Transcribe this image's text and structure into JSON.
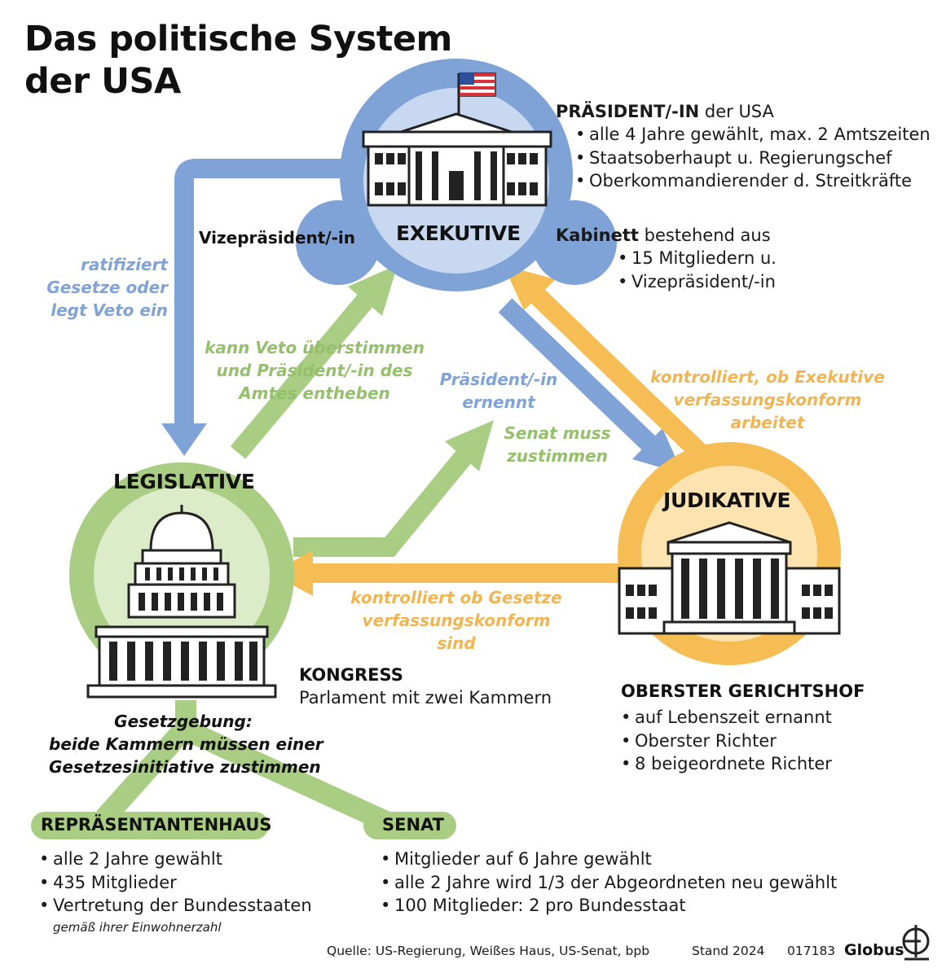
{
  "title": {
    "line1": "Das politische System",
    "line2": "der USA"
  },
  "colors": {
    "blue": "#7fa3d6",
    "light_blue": "#c7d8f0",
    "green": "#a9cd82",
    "light_green": "#dcecc9",
    "orange": "#f7bd55",
    "light_orange": "#fde3b0",
    "dark": "#222222"
  },
  "exekutive": {
    "label": "EXEKUTIVE",
    "vice": "Vizepräsident/-in",
    "president_heading_bold": "PRÄSIDENT/-IN",
    "president_heading_rest": " der USA",
    "president_items": [
      "alle 4 Jahre gewählt, max. 2 Amtszeiten",
      "Staatsoberhaupt u. Regierungschef",
      "Oberkommandierender d. Streitkräfte"
    ],
    "cabinet_heading_bold": "Kabinett",
    "cabinet_heading_rest": " bestehend aus",
    "cabinet_items": [
      "15 Mitgliedern u.",
      "Vizepräsident/-in"
    ]
  },
  "legislative": {
    "label": "LEGISLATIVE",
    "congress_title": "KONGRESS",
    "congress_subtitle": "Parlament mit zwei Kammern",
    "lawmaking": [
      "Gesetzgebung:",
      "beide Kammern müssen einer",
      "Gesetzesinitiative zustimmen"
    ],
    "house": {
      "label": "REPRÄSENTANTENHAUS",
      "items": [
        "alle 2 Jahre gewählt",
        "435 Mitglieder",
        "Vertretung der Bundesstaaten"
      ],
      "note": "gemäß ihrer Einwohnerzahl"
    },
    "senate": {
      "label": "SENAT",
      "items": [
        "Mitglieder auf 6 Jahre gewählt",
        "alle 2 Jahre wird 1/3 der Abgeordneten neu gewählt",
        "100 Mitglieder: 2 pro Bundesstaat"
      ]
    }
  },
  "judikative": {
    "label": "JUDIKATIVE",
    "court_title": "OBERSTER GERICHTSHOF",
    "court_items": [
      "auf Lebenszeit ernannt",
      "Oberster Richter",
      "8 beigeordnete Richter"
    ]
  },
  "arrows": {
    "ratify": [
      "ratifiziert",
      "Gesetze oder",
      "legt Veto ein"
    ],
    "override": [
      "kann Veto überstimmen",
      "und Präsident/-in des",
      "Amtes entheben"
    ],
    "appoints": [
      "Präsident/-in",
      "ernennt"
    ],
    "senate_consent": [
      "Senat muss",
      "zustimmen"
    ],
    "controls_exec": [
      "kontrolliert, ob Exekutive",
      "verfassungskonform",
      "arbeitet"
    ],
    "controls_laws": [
      "kontrolliert ob Gesetze",
      "verfassungskonform",
      "sind"
    ]
  },
  "footer": {
    "source": "Quelle: US-Regierung, Weißes Haus, US-Senat, bpb",
    "date": "Stand 2024",
    "code": "017183",
    "brand": "Globus"
  }
}
